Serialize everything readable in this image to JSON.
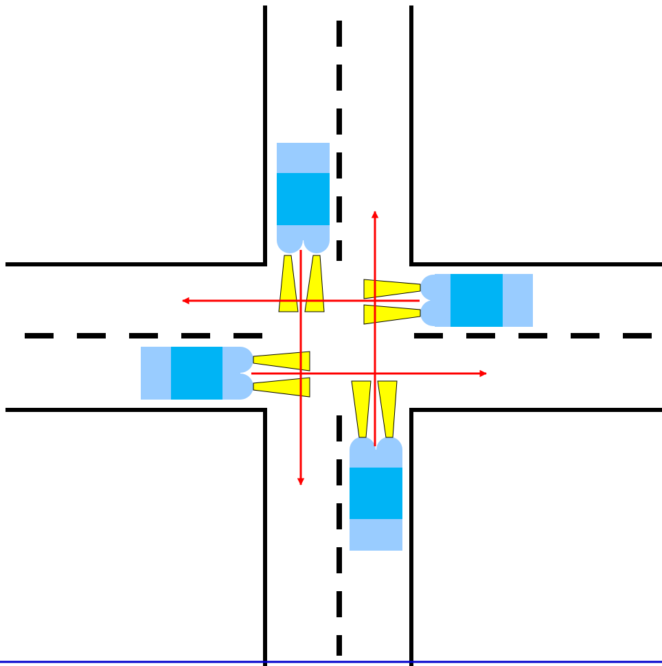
{
  "diagram": {
    "kind": "four-way-intersection",
    "colors": {
      "background": "#ffffff",
      "curb": "#000000",
      "lane_marking": "#000000",
      "car_body_light": "#99ccff",
      "car_body_dark": "#00b4f5",
      "headlight_beam": "#ffff00",
      "headlight_outline": "#000000",
      "path_arrow": "#ff0000",
      "bottom_rule": "#0000cc"
    },
    "cars": [
      {
        "id": "car-from-north",
        "heading": "south",
        "headlights": "on"
      },
      {
        "id": "car-from-east",
        "heading": "west",
        "headlights": "on"
      },
      {
        "id": "car-from-west",
        "heading": "east",
        "headlights": "on"
      },
      {
        "id": "car-from-south",
        "heading": "north",
        "headlights": "on"
      }
    ],
    "paths": [
      {
        "id": "path-southbound",
        "direction": "south"
      },
      {
        "id": "path-westbound",
        "direction": "west"
      },
      {
        "id": "path-eastbound",
        "direction": "east"
      },
      {
        "id": "path-northbound",
        "direction": "north"
      }
    ]
  }
}
